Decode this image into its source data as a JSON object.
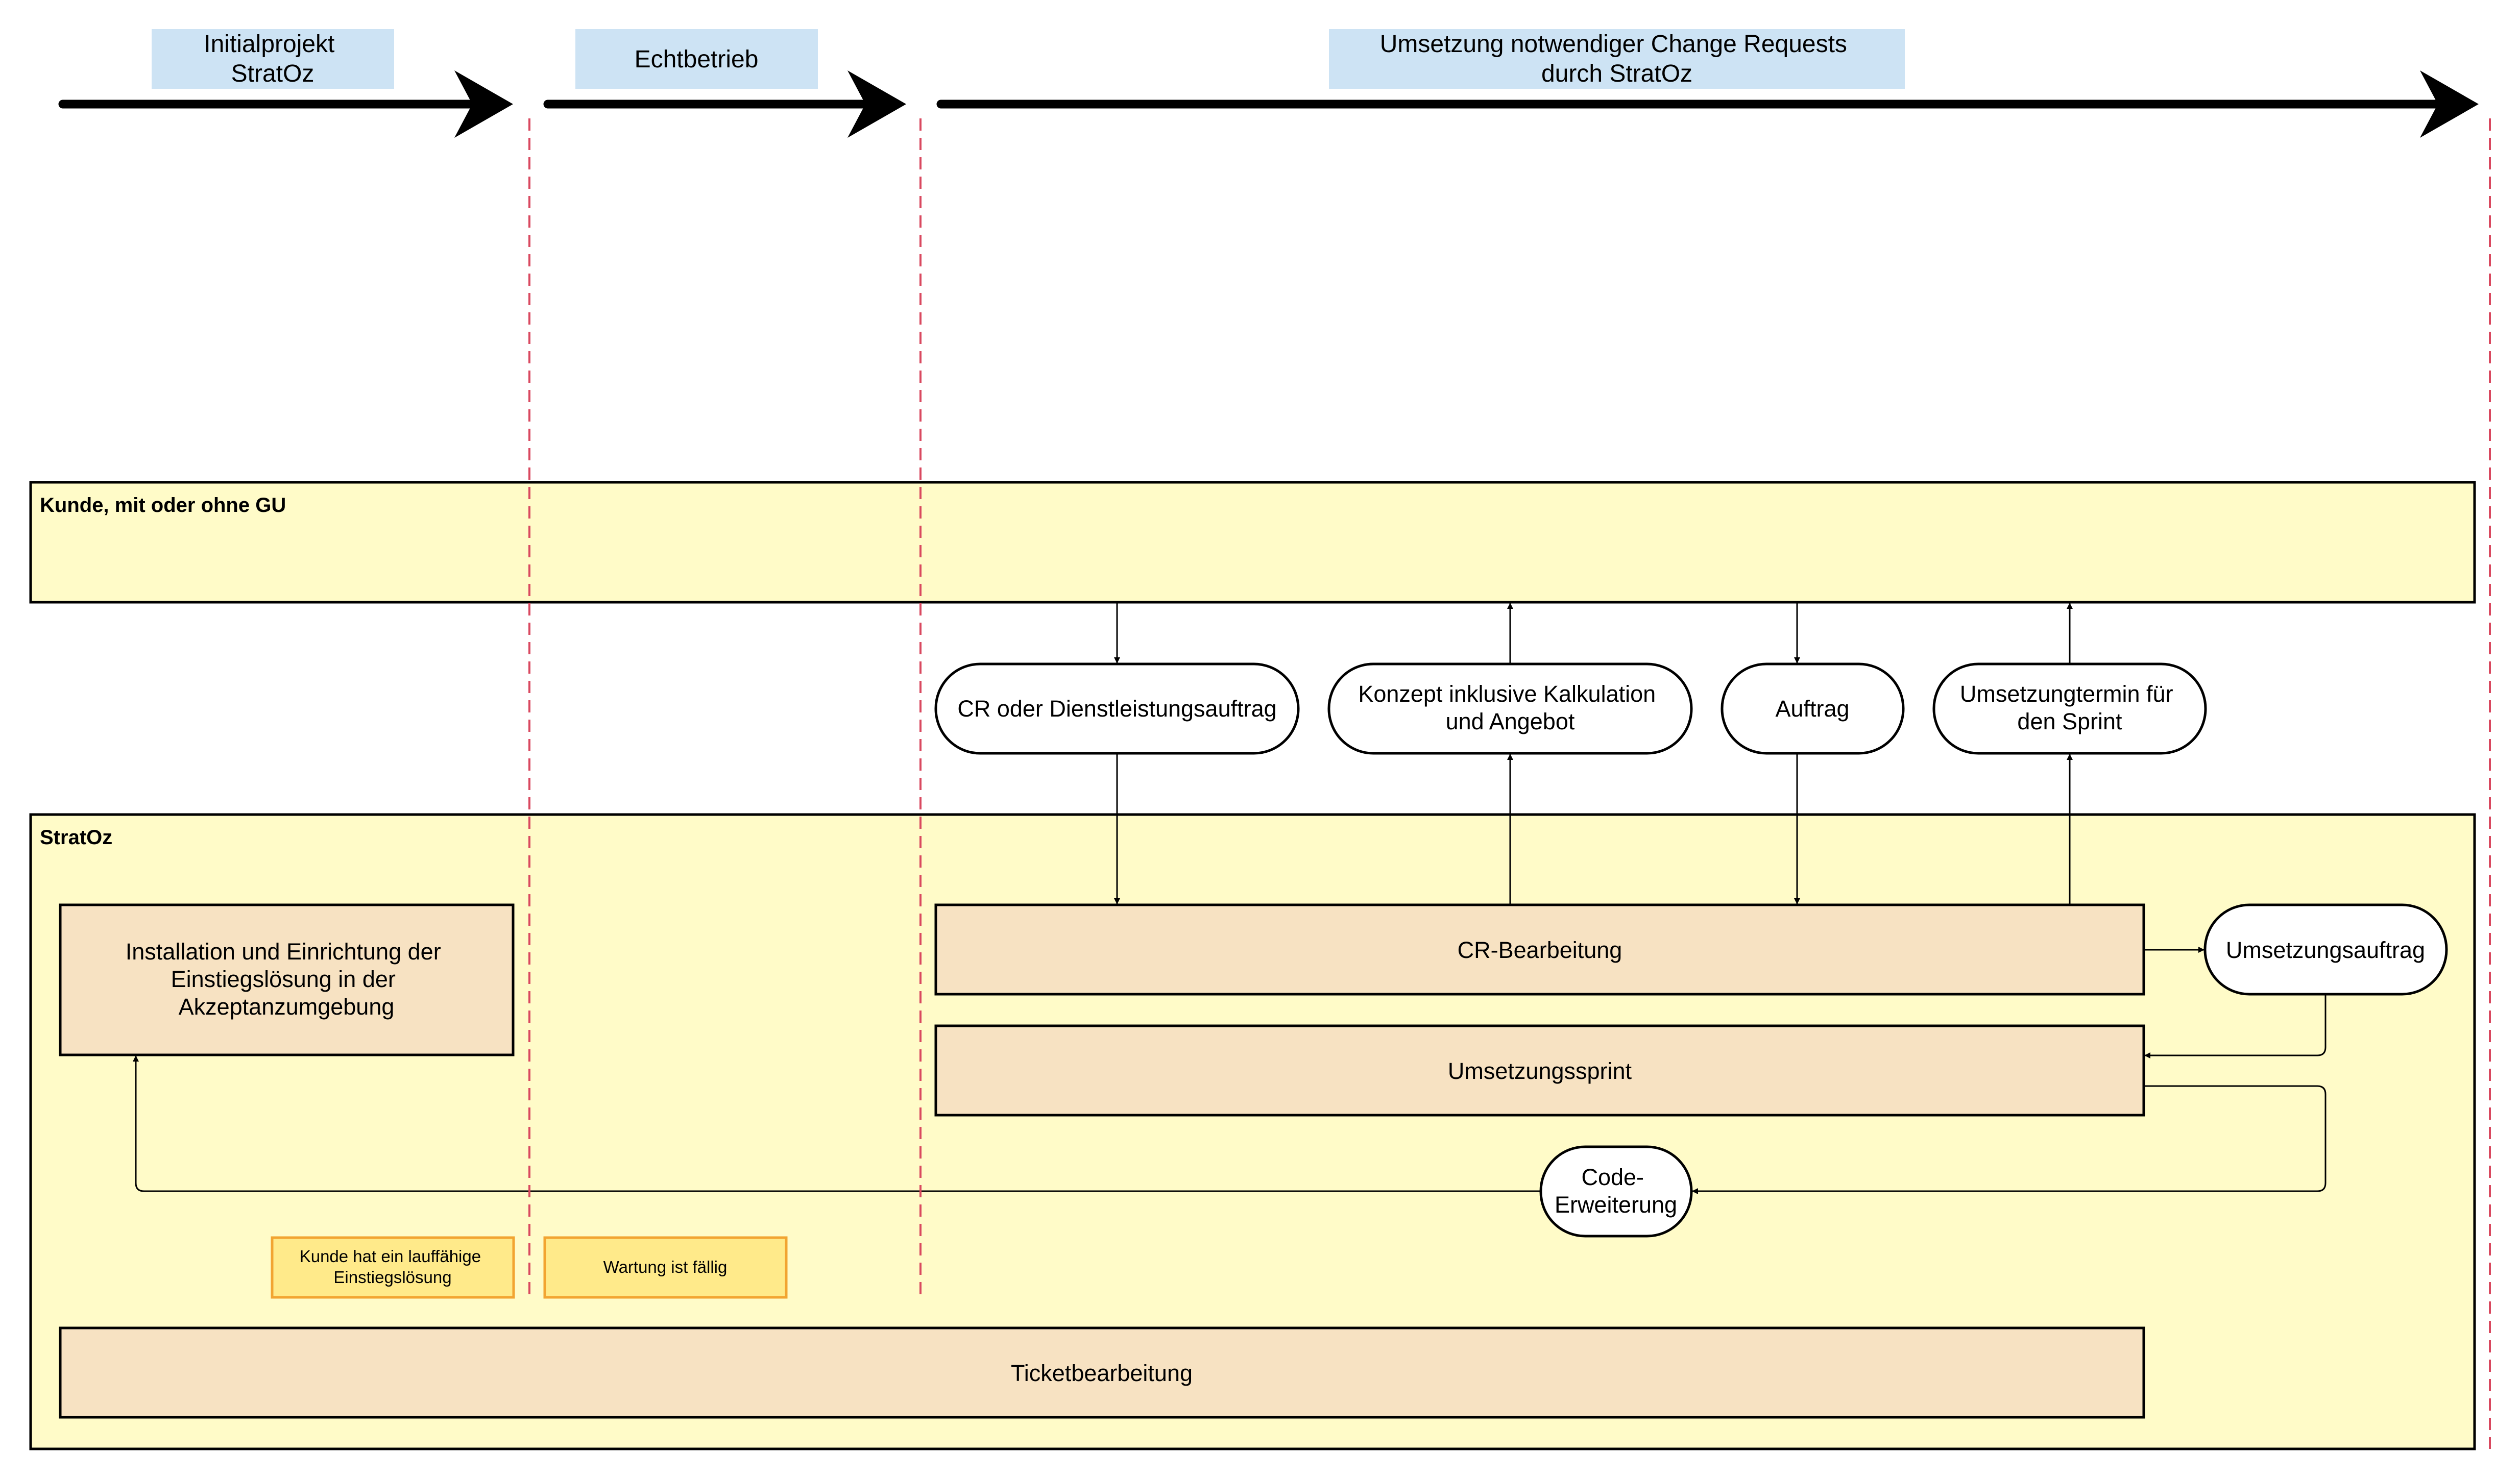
{
  "phases": [
    {
      "lines": [
        "Initialprojekt",
        "StratOz"
      ]
    },
    {
      "lines": [
        "Echtbetrieb"
      ]
    },
    {
      "lines": [
        "Umsetzung notwendiger Change Requests",
        "durch StratOz"
      ]
    }
  ],
  "lanes": {
    "kunde": "Kunde, mit oder ohne GU",
    "stratoz": "StratOz"
  },
  "terminators": {
    "cr_auftrag": [
      "CR oder Dienstleistungsauftrag"
    ],
    "konzept": [
      "Konzept inklusive Kalkulation",
      "und Angebot"
    ],
    "auftrag": [
      "Auftrag"
    ],
    "umsetzungstermin": [
      "Umsetzungtermin für",
      "den Sprint"
    ],
    "umsetzungsauftrag": [
      "Umsetzungsauftrag"
    ],
    "code_erweiterung": [
      "Code-",
      "Erweiterung"
    ]
  },
  "processes": {
    "installation": [
      "Installation und Einrichtung der",
      "Einstiegslösung in der",
      "Akzeptanzumgebung"
    ],
    "cr_bearbeitung": [
      "CR-Bearbeitung"
    ],
    "umsetzungssprint": [
      "Umsetzungssprint"
    ],
    "ticketbearbeitung": [
      "Ticketbearbeitung"
    ]
  },
  "notes": {
    "kunde_loesung": [
      "Kunde hat ein lauffähige",
      "Einstiegslösung"
    ],
    "wartung": [
      "Wartung ist fällig"
    ]
  },
  "colors": {
    "lane_fill": "#fffbc8",
    "process_fill": "#f7e2c2",
    "phase_fill": "#cde3f4",
    "note_fill": "#ffea8a",
    "note_border": "#f2a431",
    "dashed_line": "#d9485f"
  }
}
